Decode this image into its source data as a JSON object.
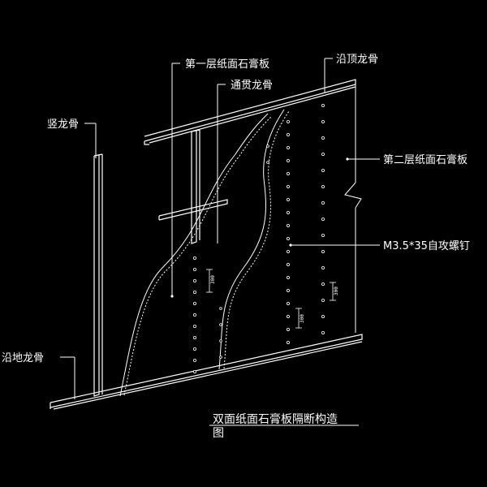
{
  "labels": {
    "first_layer_board": "第一层纸面石膏板",
    "through_channel": "通贯龙骨",
    "top_track": "沿顶龙骨",
    "vertical_stud": "竖龙骨",
    "second_layer_board": "第二层纸面石膏板",
    "screw": "M3.5*35自攻螺钉",
    "floor_track": "沿地龙骨"
  },
  "title": {
    "line1": "双面纸面石膏板隔断构造",
    "line2": "图"
  },
  "dimensions": {
    "spacing_a": "300",
    "spacing_b": "300",
    "spacing_c": "300"
  },
  "colors": {
    "background": "#000000",
    "label": "#ffffff",
    "structure": "#ffffff",
    "dimension": "#ffffff"
  }
}
